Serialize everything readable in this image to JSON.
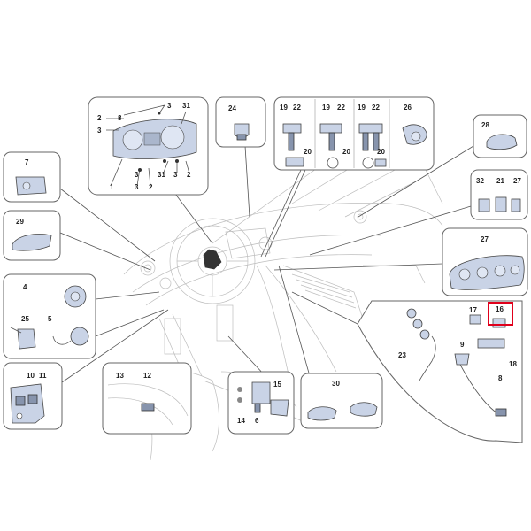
{
  "diagram": {
    "highlight_color": "#e0001b",
    "labels": {
      "c31": [
        "1",
        "2",
        "3",
        "3",
        "3",
        "3",
        "2",
        "31",
        "31",
        "2",
        "3",
        "3"
      ],
      "c24": [
        "24"
      ],
      "c19": [
        "19",
        "22",
        "20",
        "19",
        "22",
        "20",
        "19",
        "22",
        "20"
      ],
      "c26": [
        "26"
      ],
      "c28": [
        "28"
      ],
      "c7": [
        "7"
      ],
      "c29": [
        "29"
      ],
      "c4": [
        "4",
        "25",
        "5"
      ],
      "c10": [
        "10",
        "11"
      ],
      "c13": [
        "13",
        "12"
      ],
      "c14": [
        "14",
        "6",
        "15"
      ],
      "c30": [
        "30"
      ],
      "c32": [
        "32",
        "21",
        "27"
      ],
      "c27": [
        "27"
      ],
      "c8": [
        "17",
        "16",
        "9",
        "23",
        "8",
        "18"
      ]
    }
  }
}
